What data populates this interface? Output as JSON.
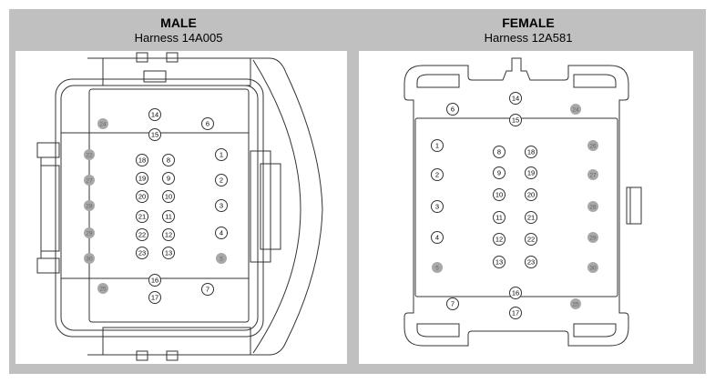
{
  "male": {
    "title": "MALE",
    "harness": "Harness  14A005",
    "pins": [
      {
        "label": "14",
        "style": "outline"
      },
      {
        "label": "15",
        "style": "outline"
      },
      {
        "label": "6",
        "style": "outline"
      },
      {
        "label": "24",
        "style": "filled"
      },
      {
        "label": "22",
        "style": "filled"
      },
      {
        "label": "27",
        "style": "filled"
      },
      {
        "label": "28",
        "style": "filled"
      },
      {
        "label": "29",
        "style": "filled"
      },
      {
        "label": "30",
        "style": "filled"
      },
      {
        "label": "25",
        "style": "filled"
      },
      {
        "label": "5",
        "style": "filled"
      },
      {
        "label": "1",
        "style": "outline"
      },
      {
        "label": "2",
        "style": "outline"
      },
      {
        "label": "3",
        "style": "outline"
      },
      {
        "label": "4",
        "style": "outline"
      },
      {
        "label": "7",
        "style": "outline"
      },
      {
        "label": "18",
        "style": "outline"
      },
      {
        "label": "19",
        "style": "outline"
      },
      {
        "label": "20",
        "style": "outline"
      },
      {
        "label": "21",
        "style": "outline"
      },
      {
        "label": "22",
        "style": "outline"
      },
      {
        "label": "23",
        "style": "outline"
      },
      {
        "label": "8",
        "style": "outline"
      },
      {
        "label": "9",
        "style": "outline"
      },
      {
        "label": "10",
        "style": "outline"
      },
      {
        "label": "11",
        "style": "outline"
      },
      {
        "label": "12",
        "style": "outline"
      },
      {
        "label": "13",
        "style": "outline"
      },
      {
        "label": "16",
        "style": "outline"
      },
      {
        "label": "17",
        "style": "outline"
      }
    ]
  },
  "female": {
    "title": "FEMALE",
    "harness": "Harness  12A581",
    "pins": [
      {
        "label": "14",
        "style": "outline"
      },
      {
        "label": "15",
        "style": "outline"
      },
      {
        "label": "6",
        "style": "outline"
      },
      {
        "label": "24",
        "style": "filled"
      },
      {
        "label": "1",
        "style": "outline"
      },
      {
        "label": "2",
        "style": "outline"
      },
      {
        "label": "3",
        "style": "outline"
      },
      {
        "label": "4",
        "style": "outline"
      },
      {
        "label": "5",
        "style": "filled"
      },
      {
        "label": "7",
        "style": "outline"
      },
      {
        "label": "8",
        "style": "outline"
      },
      {
        "label": "9",
        "style": "outline"
      },
      {
        "label": "10",
        "style": "outline"
      },
      {
        "label": "11",
        "style": "outline"
      },
      {
        "label": "12",
        "style": "outline"
      },
      {
        "label": "13",
        "style": "outline"
      },
      {
        "label": "18",
        "style": "outline"
      },
      {
        "label": "19",
        "style": "outline"
      },
      {
        "label": "20",
        "style": "outline"
      },
      {
        "label": "21",
        "style": "outline"
      },
      {
        "label": "22",
        "style": "outline"
      },
      {
        "label": "23",
        "style": "outline"
      },
      {
        "label": "26",
        "style": "filled"
      },
      {
        "label": "27",
        "style": "filled"
      },
      {
        "label": "28",
        "style": "filled"
      },
      {
        "label": "29",
        "style": "filled"
      },
      {
        "label": "30",
        "style": "filled"
      },
      {
        "label": "25",
        "style": "filled"
      },
      {
        "label": "16",
        "style": "outline"
      },
      {
        "label": "17",
        "style": "outline"
      }
    ]
  },
  "colors": {
    "frame": "#c0c0c0",
    "panel": "#ffffff",
    "line": "#333333",
    "pin_filled": "#a8a8a8"
  }
}
